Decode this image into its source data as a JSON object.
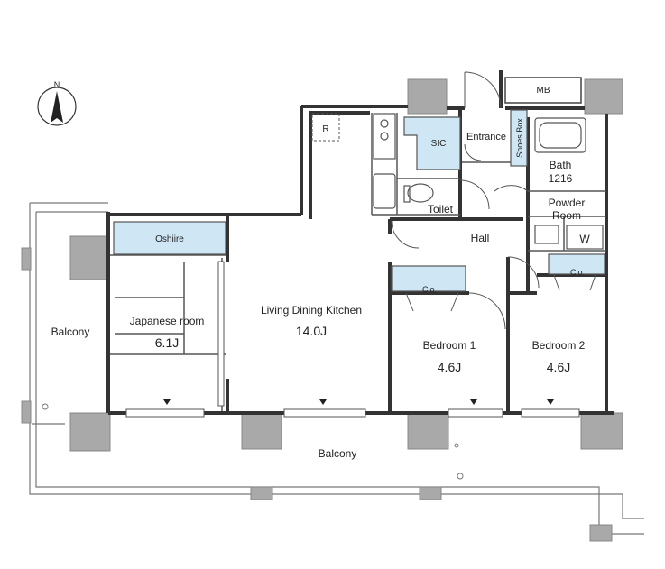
{
  "compass": {
    "label": "N"
  },
  "rooms": {
    "mb": "MB",
    "sic": "SIC",
    "entrance": "Entrance",
    "shoes_box": "Shoes Box",
    "bath": "Bath",
    "bath_size": "1216",
    "toilet": "Toilet",
    "powder_room_1": "Powder",
    "powder_room_2": "Room",
    "washer": "W",
    "hall": "Hall",
    "oshiire": "Oshiire",
    "japanese_room": "Japanese room",
    "japanese_room_size": "6.1J",
    "ldk": "Living Dining Kitchen",
    "ldk_size": "14.0J",
    "bedroom1": "Bedroom 1",
    "bedroom1_size": "4.6J",
    "bedroom2": "Bedroom 2",
    "bedroom2_size": "4.6J",
    "closet1": "Clo.",
    "closet2": "Clo.",
    "balcony_side": "Balcony",
    "balcony_bottom": "Balcony",
    "refrigerator": "R"
  },
  "colors": {
    "wall": "#333333",
    "column": "#a9a9a9",
    "storage": "#cfe6f5",
    "line": "#555555"
  }
}
